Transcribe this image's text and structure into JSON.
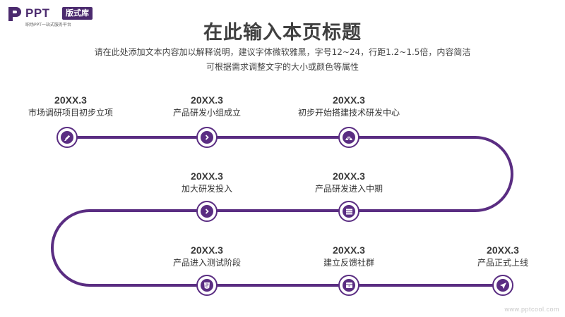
{
  "logo": {
    "brand": "PPT",
    "badge": "版式库",
    "tagline": "职场PPT一站式服务平台"
  },
  "header": {
    "title": "在此输入本页标题",
    "subtitle_line1": "请在此处添加文本内容加以解释说明，建议字体微软雅黑，字号12~24，行距1.2~1.5倍，内容简洁",
    "subtitle_line2": "可根据需求调整文字的大小或颜色等属性"
  },
  "timeline": {
    "accent_color": "#5a2d82",
    "milestones": [
      {
        "date": "20XX.3",
        "label": "市场调研项目初步立项",
        "icon": "pencil-icon"
      },
      {
        "date": "20XX.3",
        "label": "产品研发小组成立",
        "icon": "chevron-right-icon"
      },
      {
        "date": "20XX.3",
        "label": "初步开始搭建技术研发中心",
        "icon": "shell-icon"
      },
      {
        "date": "20XX.3",
        "label": "加大研发投入",
        "icon": "chevron-right-icon"
      },
      {
        "date": "20XX.3",
        "label": "产品研发进入中期",
        "icon": "layers-icon"
      },
      {
        "date": "20XX.3",
        "label": "产品进入测试阶段",
        "icon": "html5-icon"
      },
      {
        "date": "20XX.3",
        "label": "建立反馈社群",
        "icon": "box-icon"
      },
      {
        "date": "20XX.3",
        "label": "产品正式上线",
        "icon": "send-icon"
      }
    ]
  },
  "watermark": "www.pptcool.com"
}
